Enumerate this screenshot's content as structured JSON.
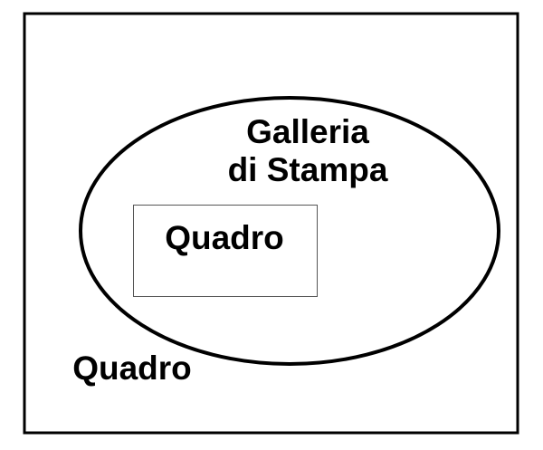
{
  "outer_set": {
    "label": "Quadro"
  },
  "ellipse_set": {
    "label_line1": "Galleria",
    "label_line2": "di Stampa"
  },
  "inner_set": {
    "label": "Quadro"
  },
  "colors": {
    "stroke": "#000000",
    "inner_stroke": "#555555",
    "background": "#ffffff"
  }
}
